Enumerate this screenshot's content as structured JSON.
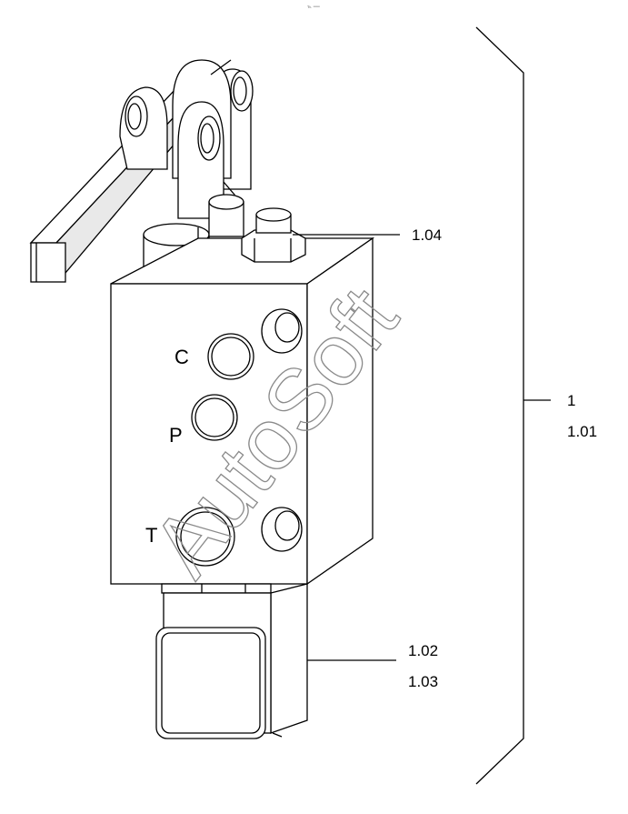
{
  "header": {
    "tiny_mark": "℡ ══"
  },
  "ports": {
    "c": "C",
    "p": "P",
    "t": "T"
  },
  "callouts": {
    "pin": "1.04",
    "assembly_main": "1",
    "assembly_sub": "1.01",
    "solenoid_a": "1.02",
    "solenoid_b": "1.03"
  },
  "watermark": "AutoSoft"
}
